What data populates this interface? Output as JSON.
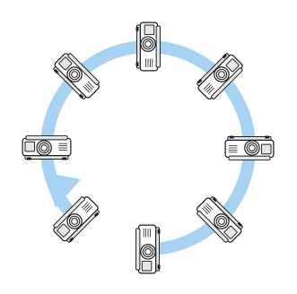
{
  "diagram": {
    "colors": {
      "arrow": "#a7d3f3",
      "outline": "#1a1a1a",
      "body": "#ffffff",
      "shade": "#e6e6e6",
      "lens": "#ffffff"
    },
    "arrow_direction": "counterclockwise",
    "projectors": [
      {
        "name": "projector-top",
        "rotation_deg": 90
      },
      {
        "name": "projector-top-right",
        "rotation_deg": 135
      },
      {
        "name": "projector-right",
        "rotation_deg": 180
      },
      {
        "name": "projector-bottom-right",
        "rotation_deg": 225
      },
      {
        "name": "projector-bottom",
        "rotation_deg": 270
      },
      {
        "name": "projector-bottom-left",
        "rotation_deg": 315
      },
      {
        "name": "projector-left",
        "rotation_deg": 0
      },
      {
        "name": "projector-top-left",
        "rotation_deg": 45
      }
    ]
  }
}
